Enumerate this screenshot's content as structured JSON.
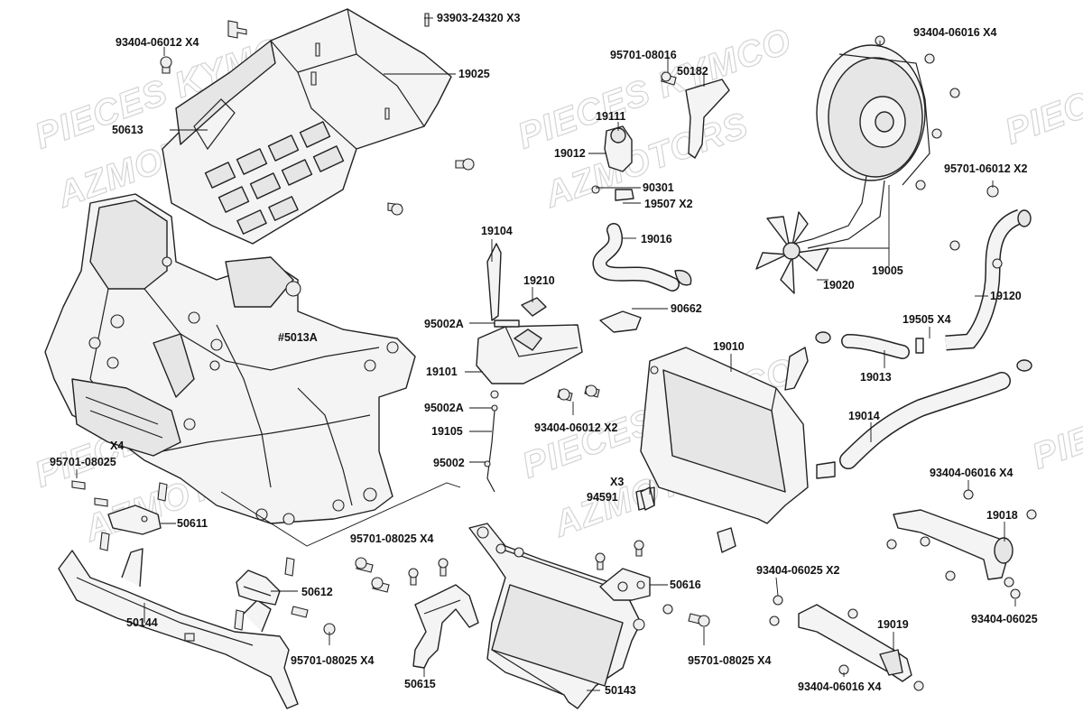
{
  "watermarks": [
    "PIECES KYMCO",
    "AZMOTORS"
  ],
  "labels": {
    "p19025": "19025",
    "p50613": "50613",
    "p93404_06012_x4": "93404-06012 X4",
    "p93903": "93903-24320 X3",
    "p95701_08016": "95701-08016",
    "p50182": "50182",
    "p19111": "19111",
    "p19012": "19012",
    "p90301": "90301",
    "p19507": "19507 X2",
    "p93404_06016_x4_top": "93404-06016 X4",
    "p95701_06012": "95701-06012 X2",
    "p19005": "19005",
    "p19020": "19020",
    "p19104": "19104",
    "p19016": "19016",
    "p19210": "19210",
    "p90662": "90662",
    "p95002a_1": "95002A",
    "p5013a": "#5013A",
    "p19101": "19101",
    "p95002a_2": "95002A",
    "p19105": "19105",
    "p93404_06012_x2": "93404-06012 X2",
    "p19010": "19010",
    "p19505": "19505  X4",
    "p19120": "19120",
    "p19013": "19013",
    "p19014": "19014",
    "p95002": "95002",
    "px3": "X3",
    "p94591": "94591",
    "px4": "X4",
    "p95701_08025": "95701-08025",
    "p50611": "50611",
    "p95701_08025_x4_a": "95701-08025 X4",
    "p50612": "50612",
    "p50616": "50616",
    "p93404_06016_x4_r": "93404-06016 X4",
    "p19018": "19018",
    "p93404_06025_x2": "93404-06025 X2",
    "p93404_06025": "93404-06025",
    "p19019": "19019",
    "p93404_06016_x4_b": "93404-06016 X4",
    "p50144": "50144",
    "p95701_08025_x4_b": "95701-08025 X4",
    "p95701_08025_x4_c": "95701-08025 X4",
    "p50615": "50615",
    "p50143": "50143"
  }
}
